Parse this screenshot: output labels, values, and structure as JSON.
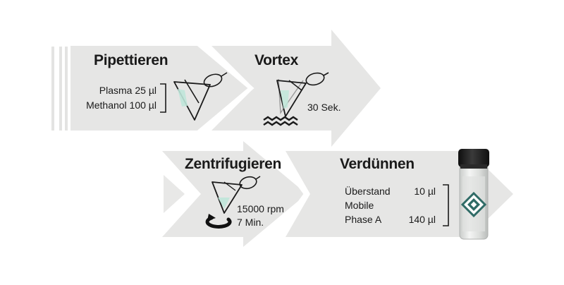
{
  "steps": {
    "pipettieren": {
      "title": "Pipettieren",
      "lines": [
        "Plasma 25 µl",
        "Methanol 100 µl"
      ]
    },
    "vortex": {
      "title": "Vortex",
      "duration": "30 Sek."
    },
    "zentrifugieren": {
      "title": "Zentrifugieren",
      "speed": "15000 rpm",
      "duration": "7 Min."
    },
    "verduennen": {
      "title": "Verdünnen",
      "rows": [
        {
          "label": "Überstand",
          "value": "10 µl"
        },
        {
          "label": "Mobile",
          "value": ""
        },
        {
          "label": "Phase A",
          "value": "140 µl"
        }
      ]
    }
  },
  "colors": {
    "arrow_fill": "#e6e6e5",
    "ink": "#1a1a1a",
    "liquid": "#bfe6d9",
    "vial_cap": "#1e1e1e",
    "vial_logo": "#2f6b66"
  },
  "icons": [
    "pipette-tube-icon",
    "vortex-wave-icon",
    "centrifuge-rotate-icon",
    "vial-icon"
  ]
}
